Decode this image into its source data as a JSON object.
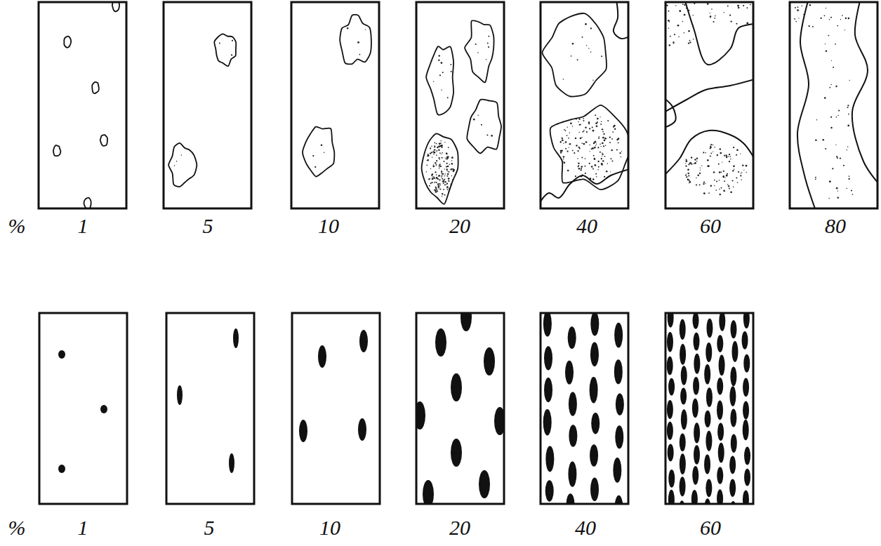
{
  "diagram": {
    "labels": [
      "%",
      "1",
      "5",
      "10",
      "20",
      "40",
      "60",
      "80",
      "%",
      "1",
      "5",
      "10",
      "20",
      "40",
      "60"
    ]
  }
}
